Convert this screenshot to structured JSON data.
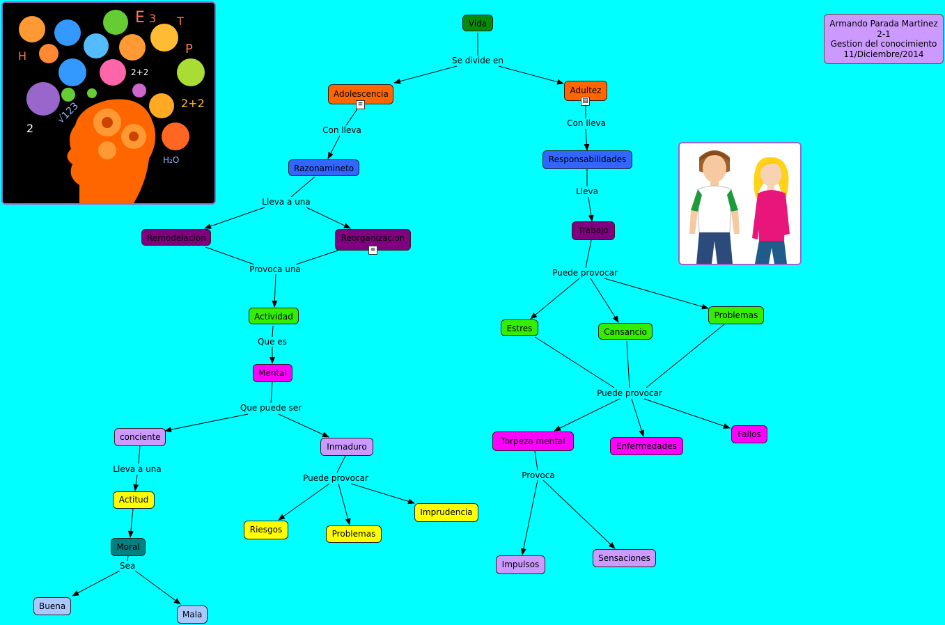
{
  "info": {
    "author": "Armando Parada Martinez",
    "group": "2-1",
    "subject": "Gestion del conocimiento",
    "date": "11/Diciembre/2014"
  },
  "nodes": {
    "vida": "Vida",
    "adolescencia": "Adolescencia",
    "adultez": "Adultez",
    "razonamineto": "Razonamineto",
    "responsabilidades": "Responsabilidades",
    "remodelacion": "Remodelacion",
    "reorganizacion": "Reorganizacion",
    "trabajo": "Trabajo",
    "actividad": "Actividad",
    "mental": "Mental",
    "estres": "Estres",
    "cansancio": "Cansancio",
    "problemas_right": "Problemas",
    "conciente": "conciente",
    "inmaduro": "Inmaduro",
    "torpeza": "Torpeza mental",
    "enfermedades": "Enfermedades",
    "fallos": "Fallos",
    "actitud": "Actitud",
    "riesgos": "Riesgos",
    "problemas_left": "Problemas",
    "imprudencia": "Imprudencia",
    "moral": "Moral",
    "impulsos": "Impulsos",
    "sensaciones": "Sensaciones",
    "buena": "Buena",
    "mala": "Mala"
  },
  "labels": {
    "se_divide": "Se divide en",
    "con_lleva_1": "Con lleva",
    "con_lleva_2": "Con lleva",
    "lleva_a_una_1": "Lleva a una",
    "lleva": "Lleva",
    "provoca_una": "Provoca una",
    "puede_provocar_1": "Puede provocar",
    "que_es": "Que es",
    "puede_provocar_2": "Puede provocar",
    "que_puede_ser": "Que puede ser",
    "lleva_a_una_2": "Lleva a una",
    "puede_provocar_3": "Puede provocar",
    "provoca": "Provoca",
    "sea": "Sea"
  },
  "colors": {
    "background": "#00ffff",
    "dark_green": "#0a8a0a",
    "orange": "#ff6600",
    "blue": "#3366ff",
    "purple": "#800080",
    "green": "#33ee00",
    "magenta": "#ff00ff",
    "lavender": "#cc99ff",
    "yellow": "#ffff00",
    "teal": "#008080",
    "light_blue": "#a9c8ff"
  },
  "icons": [
    "document-icon",
    "video-icon",
    "document-icon"
  ],
  "images": [
    "brain-science-illustration",
    "teen-couple-illustration"
  ]
}
